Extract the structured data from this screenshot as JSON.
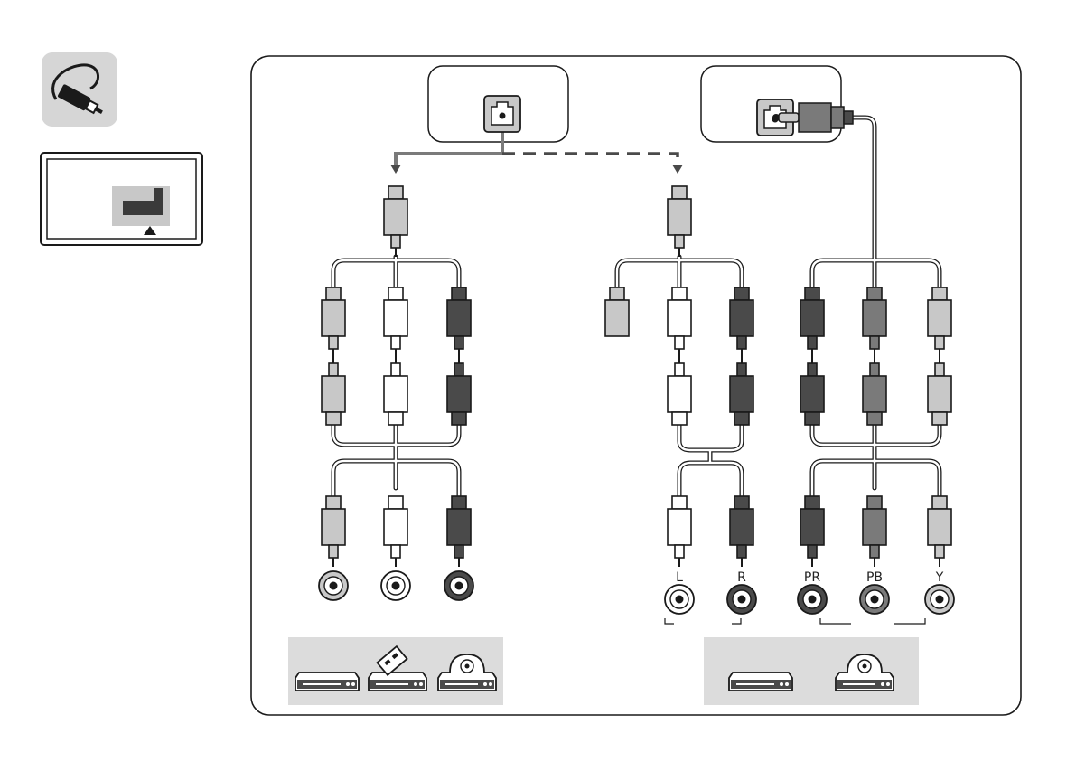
{
  "labels": {
    "audio_left": "L",
    "audio_right": "R",
    "component_pr": "PR",
    "component_pb": "PB",
    "component_y": "Y"
  },
  "colors": {
    "light_gray": "#c8c8c8",
    "white": "#ffffff",
    "dark_gray": "#4a4a4a",
    "mid_gray": "#7a7a7a",
    "panel_gray": "#dcdcdc",
    "outline": "#1a1a1a"
  },
  "icons": {
    "cable": "cable-icon",
    "tv_jack_locator": "tv-jack-locator-icon",
    "dvd_player": "dvd-player-icon",
    "vcr": "vcr-icon",
    "disc_player": "disc-player-icon"
  }
}
